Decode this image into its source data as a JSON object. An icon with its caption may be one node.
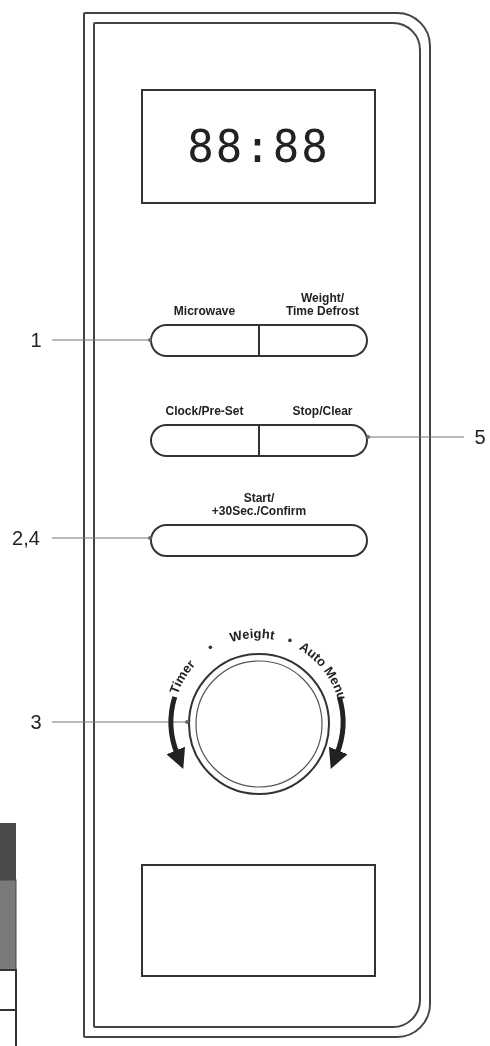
{
  "diagram": {
    "nodes": [
      {
        "text": [],
        "shape": "box"
      },
      {
        "text": [
          "88:88"
        ],
        "in": 0
      },
      {
        "text": [
          "Microwave"
        ],
        "in": 0
      },
      {
        "text": [
          "Weight/ Time Defrost"
        ],
        "in": 0
      },
      {
        "text": [
          "Clock/Pre-Set"
        ],
        "in": 0
      },
      {
        "text": [
          "Stop/Clear"
        ],
        "in": 0
      },
      {
        "text": [
          "Start/ +30Sec./Confirm"
        ],
        "in": 0
      },
      {
        "text": [],
        "shape": "circle",
        "in": 0
      },
      {
        "text": [],
        "shape": "box",
        "in": 0
      },
      {
        "text": [
          "1"
        ]
      },
      {
        "text": [
          "5"
        ]
      },
      {
        "text": [
          "2,4"
        ]
      },
      {
        "text": [
          "3"
        ]
      }
    ],
    "edges": [
      {
        "from": 9,
        "to": 2,
        "arrow": "other"
      },
      {
        "from": 10,
        "to": 5,
        "arrow": "other"
      },
      {
        "from": 11,
        "to": 6,
        "arrow": "other"
      },
      {
        "from": 12,
        "to": 7,
        "arrow": "other"
      }
    ],
    "labels": [
      "Timer",
      "Weight",
      "Auto Menu"
    ]
  }
}
